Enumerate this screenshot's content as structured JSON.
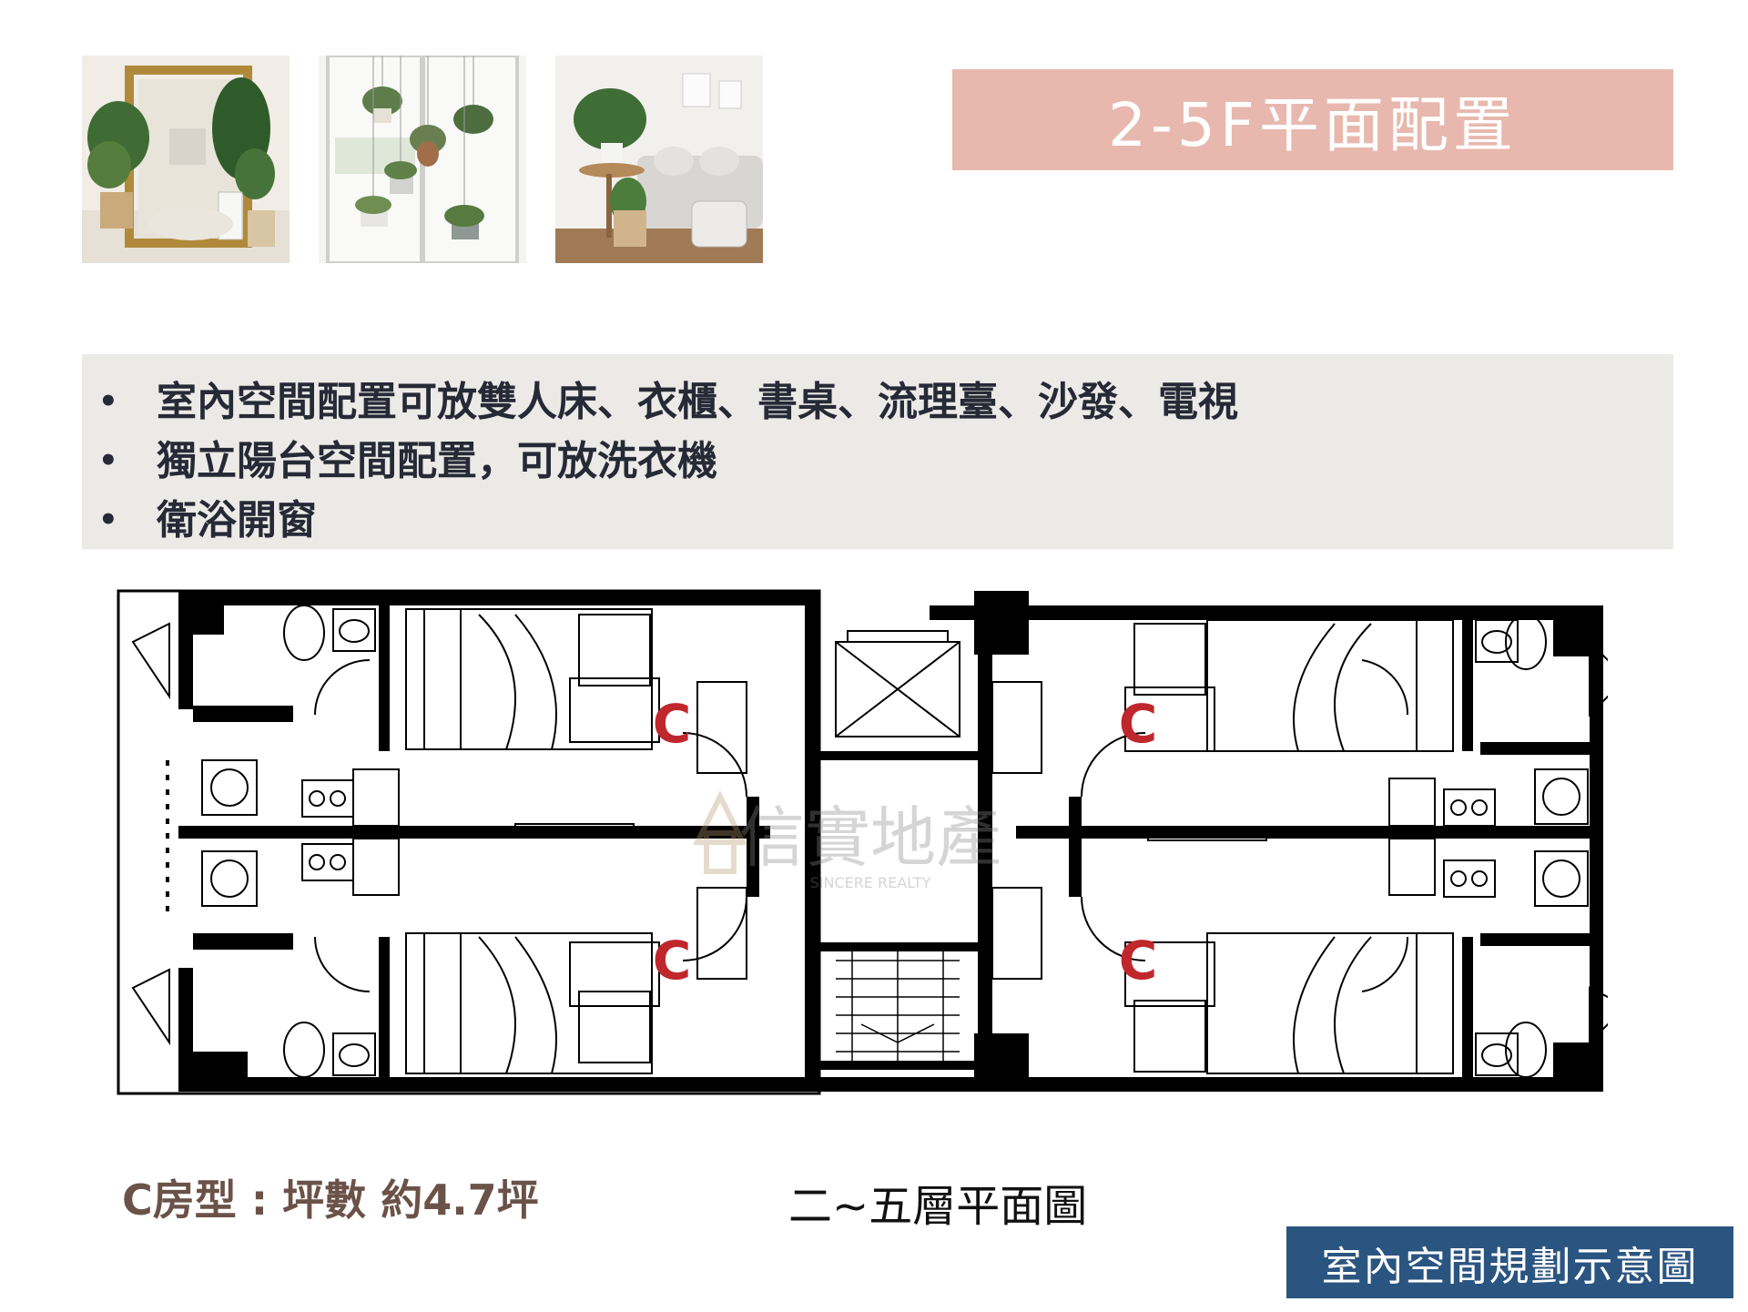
{
  "title": "2-5F平面配置",
  "photos": [
    {
      "icon": "plants-mirror-photo"
    },
    {
      "icon": "hanging-plants-photo"
    },
    {
      "icon": "sofa-plants-photo"
    }
  ],
  "features": [
    "室內空間配置可放雙人床、衣櫃、書桌、流理臺、沙發、電視",
    "獨立陽台空間配置，可放洗衣機",
    "衛浴開窗"
  ],
  "floorplan": {
    "room_labels": [
      "C",
      "C",
      "C",
      "C"
    ],
    "watermark_name": "信實地產",
    "watermark_sub": "SINCERE REALTY",
    "label_color": "#c0272d"
  },
  "room_type": "C房型 : 坪數 約4.7坪",
  "plan_title": "二~五層平面圖",
  "note_badge": "室內空間規劃示意圖",
  "colors": {
    "title_bg": "#e8b8ae",
    "features_bg": "#eceae6",
    "badge_bg": "#2b5581",
    "room_type_text": "#6b5248"
  }
}
